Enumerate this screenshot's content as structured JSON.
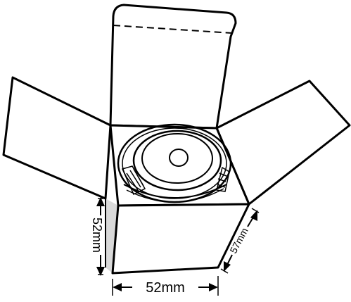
{
  "dimensions": {
    "bottom_width": "52mm",
    "left_height": "52mm",
    "right_depth": "57mm"
  },
  "colors": {
    "line": "#000000",
    "fill": "#ffffff",
    "shadow": "#d9d9d9"
  }
}
